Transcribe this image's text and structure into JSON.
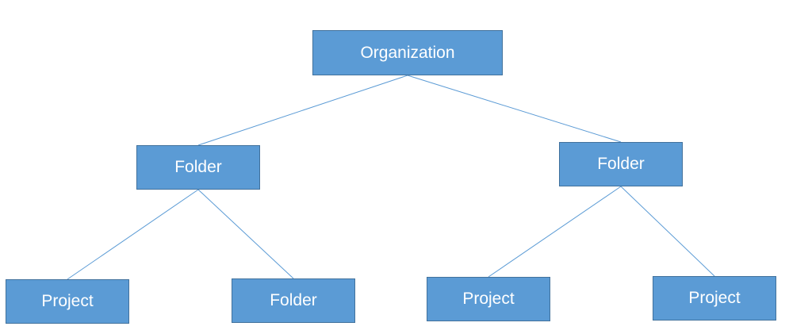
{
  "diagram": {
    "nodes": {
      "organization": {
        "label": "Organization"
      },
      "folder_left": {
        "label": "Folder"
      },
      "folder_right": {
        "label": "Folder"
      },
      "project_1": {
        "label": "Project"
      },
      "folder_child": {
        "label": "Folder"
      },
      "project_2": {
        "label": "Project"
      },
      "project_3": {
        "label": "Project"
      }
    },
    "edges": [
      [
        "organization",
        "folder_left"
      ],
      [
        "organization",
        "folder_right"
      ],
      [
        "folder_left",
        "project_1"
      ],
      [
        "folder_left",
        "folder_child"
      ],
      [
        "folder_right",
        "project_2"
      ],
      [
        "folder_right",
        "project_3"
      ]
    ],
    "colors": {
      "node_fill": "#5b9bd5",
      "node_border": "#41719c",
      "node_text": "#ffffff",
      "connector": "#5b9bd5"
    }
  }
}
